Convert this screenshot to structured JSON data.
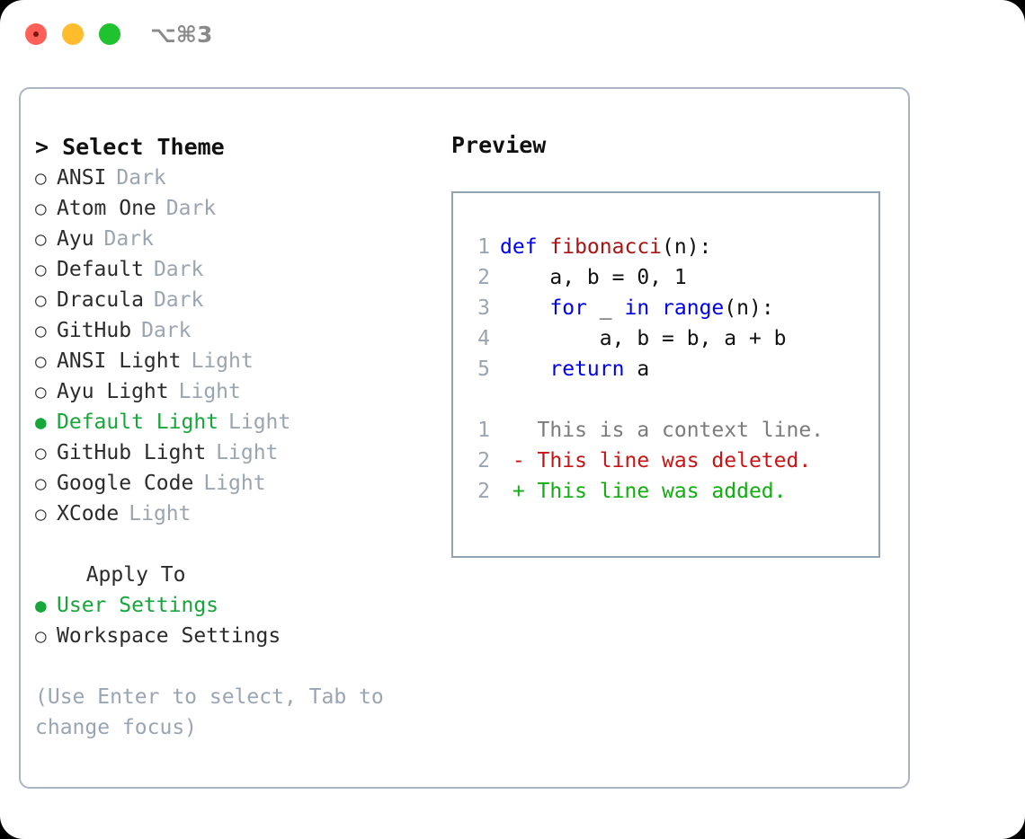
{
  "titlebar": {
    "shortcut": "⌥⌘3",
    "lights": [
      "close",
      "minimize",
      "maximize"
    ]
  },
  "theme_list": {
    "header": "> Select Theme",
    "items": [
      {
        "name": "ANSI",
        "category": "Dark",
        "selected": false,
        "bullet": "○"
      },
      {
        "name": "Atom One",
        "category": "Dark",
        "selected": false,
        "bullet": "○"
      },
      {
        "name": "Ayu",
        "category": "Dark",
        "selected": false,
        "bullet": "○"
      },
      {
        "name": "Default",
        "category": "Dark",
        "selected": false,
        "bullet": "○"
      },
      {
        "name": "Dracula",
        "category": "Dark",
        "selected": false,
        "bullet": "○"
      },
      {
        "name": "GitHub",
        "category": "Dark",
        "selected": false,
        "bullet": "○"
      },
      {
        "name": "ANSI Light",
        "category": "Light",
        "selected": false,
        "bullet": "○"
      },
      {
        "name": "Ayu Light",
        "category": "Light",
        "selected": false,
        "bullet": "○"
      },
      {
        "name": "Default Light",
        "category": "Light",
        "selected": true,
        "bullet": "●"
      },
      {
        "name": "GitHub Light",
        "category": "Light",
        "selected": false,
        "bullet": "○"
      },
      {
        "name": "Google Code",
        "category": "Light",
        "selected": false,
        "bullet": "○"
      },
      {
        "name": "XCode",
        "category": "Light",
        "selected": false,
        "bullet": "○"
      }
    ]
  },
  "apply_to": {
    "header": "  Apply To",
    "items": [
      {
        "name": "User Settings",
        "selected": true,
        "bullet": "●"
      },
      {
        "name": "Workspace Settings",
        "selected": false,
        "bullet": "○"
      }
    ]
  },
  "hint": "(Use Enter to select, Tab to change focus)",
  "preview": {
    "title": "Preview",
    "code_lines": [
      {
        "no": "1",
        "tokens": [
          {
            "t": "def ",
            "c": "kw"
          },
          {
            "t": "fibonacci",
            "c": "fn"
          },
          {
            "t": "(n):",
            "c": "plain"
          }
        ]
      },
      {
        "no": "2",
        "tokens": [
          {
            "t": "    a, b = 0, 1",
            "c": "plain"
          }
        ]
      },
      {
        "no": "3",
        "tokens": [
          {
            "t": "    ",
            "c": "plain"
          },
          {
            "t": "for",
            "c": "kw"
          },
          {
            "t": " _ ",
            "c": "plain"
          },
          {
            "t": "in",
            "c": "kw"
          },
          {
            "t": " ",
            "c": "plain"
          },
          {
            "t": "range",
            "c": "kw"
          },
          {
            "t": "(n):",
            "c": "plain"
          }
        ]
      },
      {
        "no": "4",
        "tokens": [
          {
            "t": "        a, b = b, a + b",
            "c": "plain"
          }
        ]
      },
      {
        "no": "5",
        "tokens": [
          {
            "t": "    ",
            "c": "plain"
          },
          {
            "t": "return",
            "c": "kw"
          },
          {
            "t": " a",
            "c": "plain"
          }
        ]
      }
    ],
    "diff_lines": [
      {
        "no": "1",
        "text": "   This is a context line.",
        "kind": "ctx"
      },
      {
        "no": "2",
        "text": " - This line was deleted.",
        "kind": "del"
      },
      {
        "no": "2",
        "text": " + This line was added.",
        "kind": "add"
      }
    ]
  },
  "colors": {
    "accent_green": "#16a63a",
    "keyword_blue": "#0000ee",
    "function_red": "#a81414",
    "diff_delete": "#c81414",
    "diff_add": "#12ad12",
    "muted": "#9aa5b1",
    "border": "#aab4c2"
  }
}
